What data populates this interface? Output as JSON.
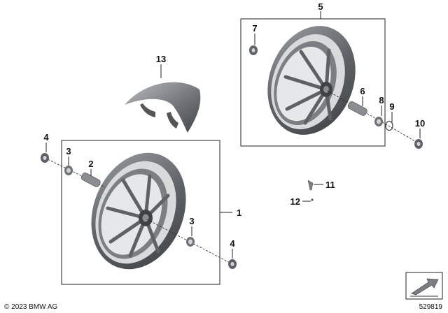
{
  "callouts": {
    "c1": "1",
    "c2": "2",
    "c3a": "3",
    "c3b": "3",
    "c4a": "4",
    "c4b": "4",
    "c5": "5",
    "c6": "6",
    "c7": "7",
    "c8": "8",
    "c9": "9",
    "c10": "10",
    "c11": "11",
    "c12": "12",
    "c13": "13"
  },
  "footer": {
    "copyright": "© 2023 BMW AG",
    "diagram_number": "529819"
  },
  "colors": {
    "wheel_dark": "#5e6266",
    "wheel_mid": "#8a8e92",
    "wheel_light": "#c9cccf",
    "line": "#222222"
  },
  "icons": [
    "wheel-icon",
    "fender-icon",
    "bolt-icon",
    "nav-arrow-icon"
  ]
}
